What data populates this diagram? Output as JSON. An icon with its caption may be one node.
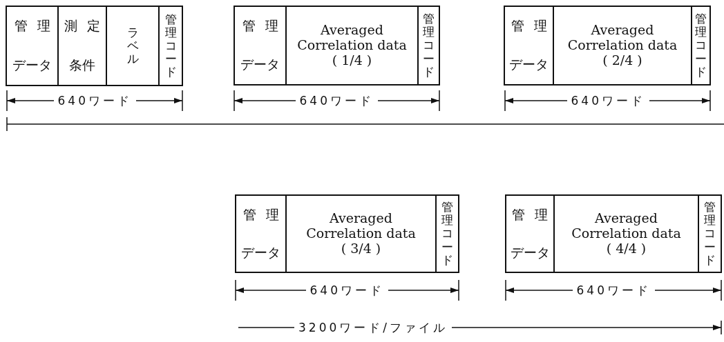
{
  "diagram": {
    "nodes": [
      {
        "text": [
          "管理",
          "データ"
        ]
      },
      {
        "text": [
          "測定",
          "条件"
        ]
      },
      {
        "text": [
          "ラベル"
        ]
      },
      {
        "text": [
          "管理コード"
        ]
      },
      {
        "text": [
          "管理",
          "データ"
        ]
      },
      {
        "text": [
          "Averaged Correlation data",
          "( 1/4 )"
        ]
      },
      {
        "text": [
          "管理コード"
        ]
      },
      {
        "text": [
          "管理",
          "データ"
        ]
      },
      {
        "text": [
          "Averaged Correlation data",
          "( 2/4 )"
        ]
      },
      {
        "text": [
          "管理コード"
        ]
      },
      {
        "text": [
          "管理",
          "データ"
        ]
      },
      {
        "text": [
          "Averaged Correlation data",
          "( 3/4 )"
        ]
      },
      {
        "text": [
          "管理コード"
        ]
      },
      {
        "text": [
          "管理",
          "データ"
        ]
      },
      {
        "text": [
          "Averaged Correlation data",
          "( 4/4 )"
        ]
      },
      {
        "text": [
          "管理コード"
        ]
      }
    ],
    "labels": [
      "640ワード",
      "640ワード",
      "640ワード",
      "640ワード",
      "640ワード",
      "3200ワード/ファイル"
    ]
  }
}
